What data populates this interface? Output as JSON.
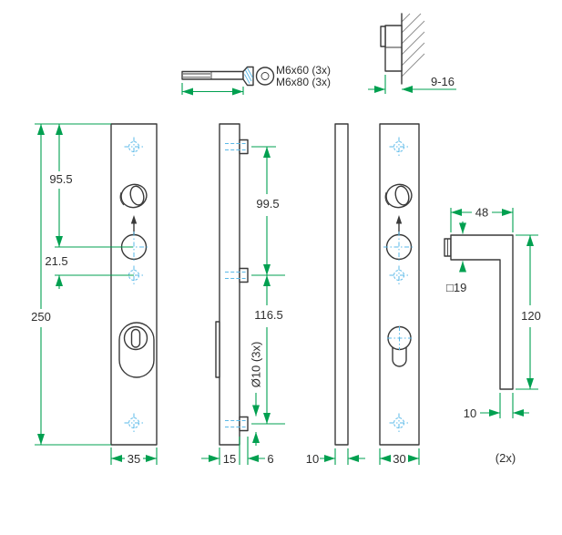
{
  "colors": {
    "dimension_green": "#00a050",
    "centerline_blue": "#5ab9e8",
    "outline_gray": "#3a3a3a",
    "background": "#ffffff"
  },
  "screw_detail": {
    "label_line1": "M6x60 (3x)",
    "label_line2": "M6x80 (3x)"
  },
  "wall_section": {
    "adjust_range": "9-16"
  },
  "outside_plate": {
    "dim_top_to_handle": "95.5",
    "dim_handle_to_cross": "21.5",
    "dim_total_height": "250",
    "dim_width": "35"
  },
  "side_view": {
    "dim_top_span": "99.5",
    "dim_bottom_span": "116.5",
    "boss_label": "Ø10 (3x)",
    "dim_plate_thickness": "15",
    "dim_boss_length": "6"
  },
  "backplate_side": {
    "dim_thickness": "10"
  },
  "inside_plate": {
    "dim_width": "30"
  },
  "handle": {
    "dim_grip_length": "48",
    "square_label": "□19",
    "dim_height": "120",
    "dim_thickness": "10",
    "quantity_label": "(2x)"
  }
}
